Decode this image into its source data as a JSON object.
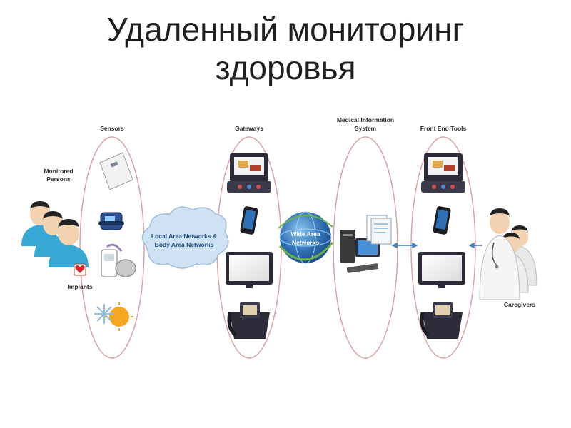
{
  "title": {
    "line1": "Удаленный мониторинг",
    "line2": "здоровья"
  },
  "labels": {
    "monitored_persons_1": "Monitored",
    "monitored_persons_2": "Persons",
    "implants": "Implants",
    "sensors": "Sensors",
    "lan_1": "Local Area Networks &",
    "lan_2": "Body Area Networks",
    "gateways": "Gateways",
    "wan_1": "Wide Area",
    "wan_2": "Networks",
    "mis_1": "Medical Information",
    "mis_2": "System",
    "front_end": "Front End Tools",
    "caregivers": "Caregivers"
  },
  "colors": {
    "ellipse_stroke": "#d9a3a3",
    "cloud_fill": "#cfe2f3",
    "cloud_stroke": "#9fbcd8",
    "globe": "#2f6fb3",
    "person_shirt": "#38a9d4",
    "device_dark": "#2b2b3a"
  }
}
